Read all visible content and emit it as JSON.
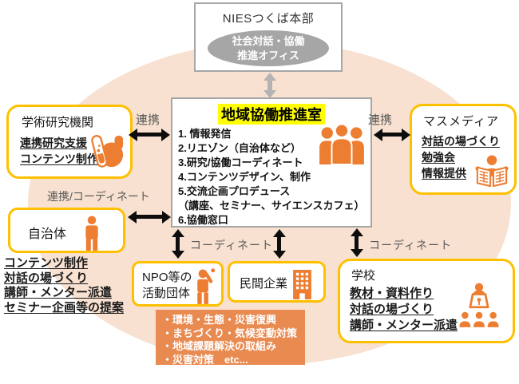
{
  "colors": {
    "accent_orange": "#ED7D31",
    "box_border_yellow": "#FFC000",
    "box_border_gray": "#A6A6A6",
    "background_ellipse": "#F8E1D0",
    "title_highlight": "#FFFF00",
    "connector_label_gray": "#595959",
    "topics_background": "#E98A50"
  },
  "nies": {
    "title": "NIESつくば本部",
    "office_line1": "社会対話・協働",
    "office_line2": "推進オフィス"
  },
  "center": {
    "title": "地域協働推進室",
    "items": [
      "1. 情報発信",
      "2.リエゾン（自治体など）",
      "3.研究/協働コーディネート",
      "4.コンテンツデザイン、制作",
      "5.交流企画プロデュース",
      "（講座、セミナー、サイエンスカフェ）",
      "6.協働窓口"
    ],
    "icon": "people-group-icon"
  },
  "academia": {
    "title": "学術研究機関",
    "items": [
      "連携研究支援",
      "コンテンツ制作"
    ],
    "icon": "test-tube-icon"
  },
  "media": {
    "title": "マスメディア",
    "items": [
      "対話の場づくり",
      "勉強会",
      "情報提供"
    ],
    "icon": "newspaper-reader-icon"
  },
  "government": {
    "title": "自治体",
    "items": [
      "コンテンツ制作",
      "対話の場づくり",
      "講師・メンター派遣",
      "セミナー企画等の提案"
    ],
    "icon": "person-icon"
  },
  "npo": {
    "title_line1": "NPO等の",
    "title_line2": "活動団体",
    "icon": "person-raised-hand-icon"
  },
  "company": {
    "title": "民間企業",
    "icon": "building-icon"
  },
  "school": {
    "title": "学校",
    "items": [
      "教材・資料作り",
      "対話の場づくり",
      "講師・メンター派遣"
    ],
    "icon": "teacher-classroom-icon"
  },
  "topics": {
    "items": [
      "・環境・生態・災害復興",
      "・まちづくり・気候変動対策",
      "・地域課題解決の取組み",
      "・災害対策　etc..."
    ]
  },
  "connectors": {
    "academia_label": "連携",
    "media_label": "連携",
    "government_label": "連携/コーディネート",
    "bottom_label": "コーディネート",
    "school_label": "コーディネート"
  }
}
